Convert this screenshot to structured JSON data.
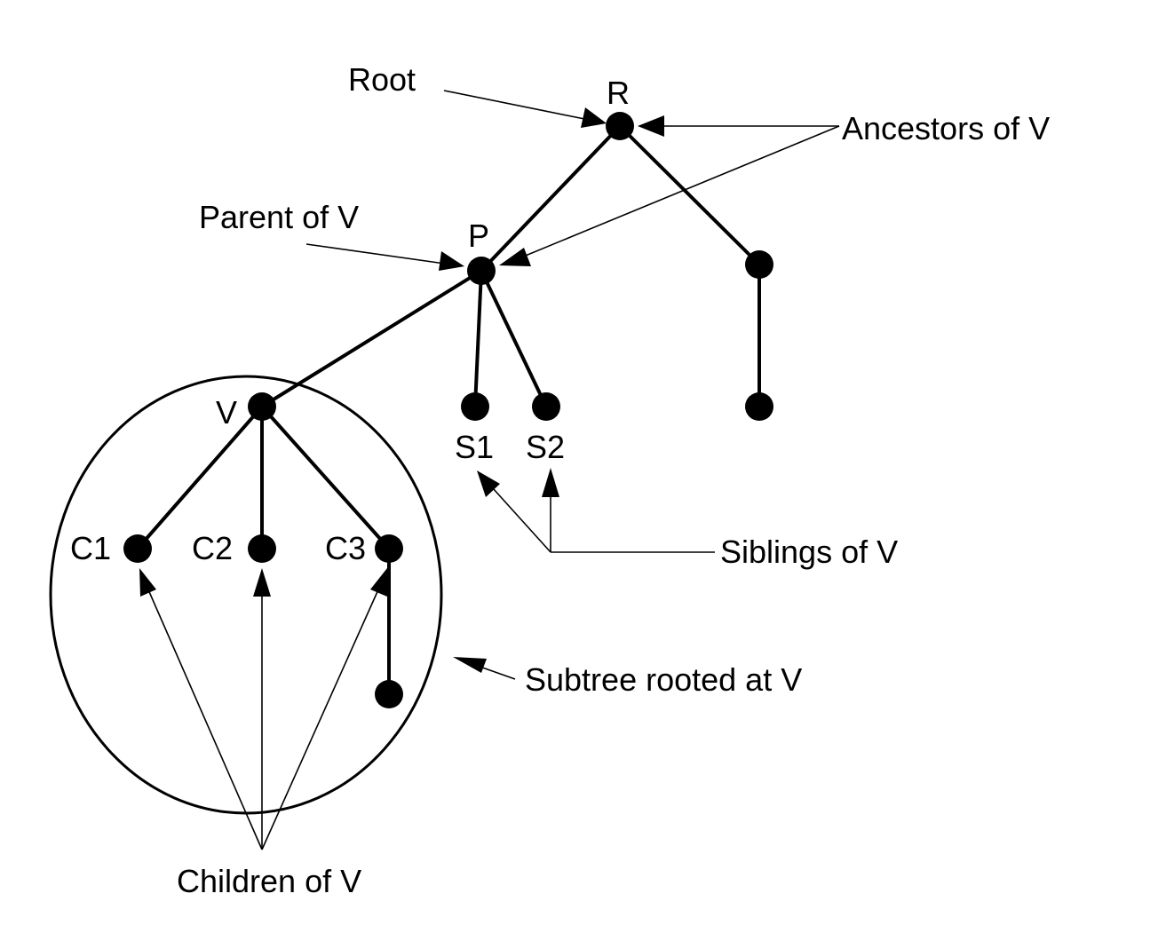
{
  "nodes": {
    "root": "R",
    "parent": "P",
    "v": "V",
    "sibling1": "S1",
    "sibling2": "S2",
    "child1": "C1",
    "child2": "C2",
    "child3": "C3"
  },
  "annotations": {
    "root": "Root",
    "ancestors": "Ancestors of V",
    "parent": "Parent of V",
    "siblings": "Siblings of V",
    "subtree": "Subtree rooted at V",
    "children": "Children of V"
  }
}
